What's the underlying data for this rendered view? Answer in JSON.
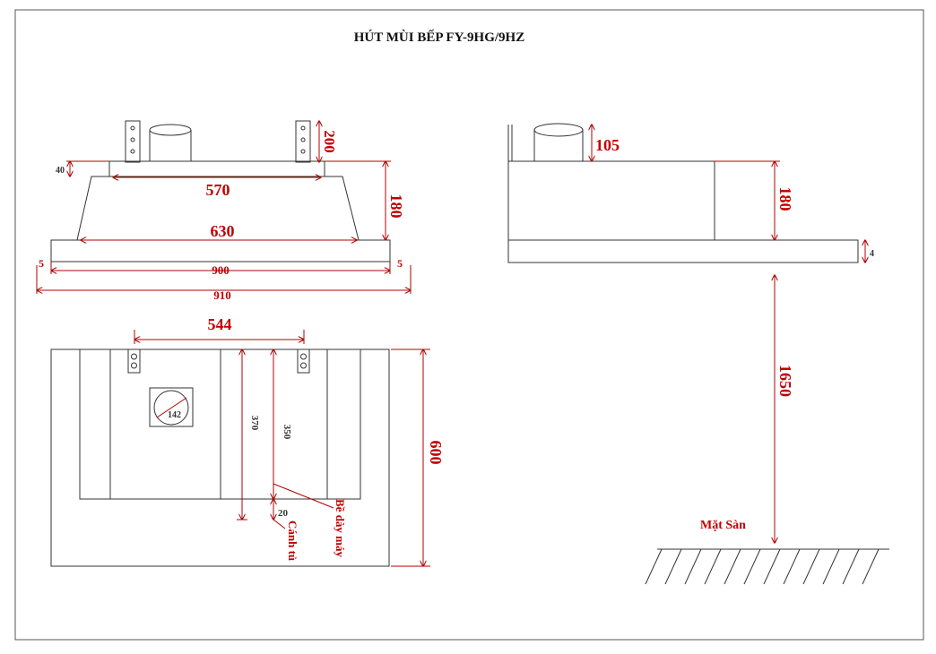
{
  "title": "HÚT MÙI BẾP FY-9HG/9HZ",
  "front_view": {
    "dims": {
      "d200": "200",
      "d40": "40",
      "d570": "570",
      "d180": "180",
      "d630": "630",
      "d5_left": "5",
      "d5_right": "5",
      "d900": "900",
      "d910": "910"
    }
  },
  "side_view": {
    "dims": {
      "d105": "105",
      "d180": "180",
      "d4": "4",
      "d1650": "1650"
    },
    "floor_label": "Mặt Sàn"
  },
  "top_view": {
    "dims": {
      "d544": "544",
      "d142": "142",
      "d370": "370",
      "d350": "350",
      "d20": "20",
      "d600": "600"
    },
    "labels": {
      "machine_face": "Bề dày máy",
      "cabinet_door": "Cánh tủ"
    }
  },
  "colors": {
    "dimension_text": "#c00000",
    "outline": "#333333",
    "frame": "#555555"
  }
}
